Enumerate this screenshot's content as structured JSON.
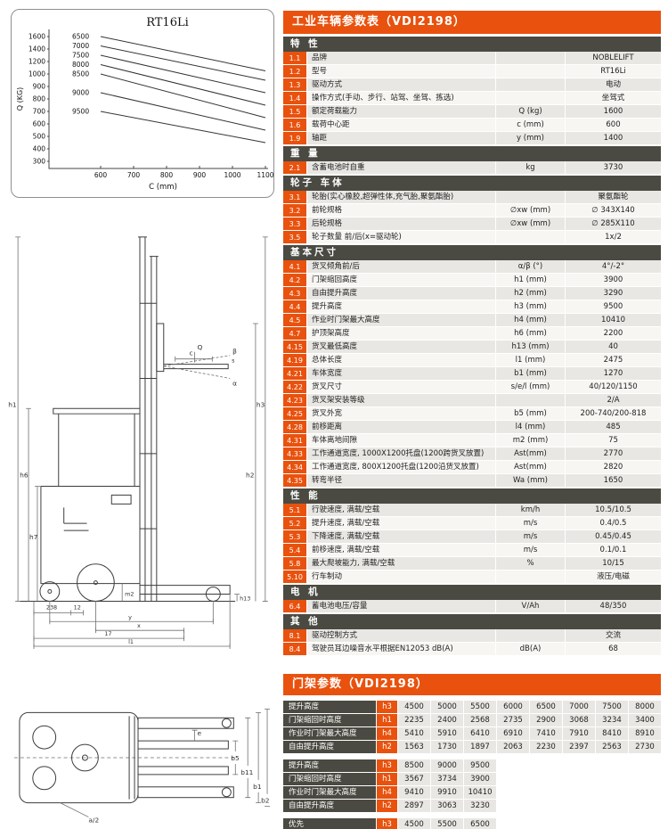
{
  "header": {
    "title": "工业车辆参数表（VDI2198）"
  },
  "chart_data": {
    "type": "line",
    "title": "RT16Li",
    "xlabel": "C (mm)",
    "ylabel": "Q (KG)",
    "x_ticks": [
      600,
      700,
      800,
      900,
      1000,
      1100
    ],
    "y_ticks": [
      1600,
      1400,
      1200,
      1000,
      900,
      800,
      700,
      600,
      500,
      400,
      300
    ],
    "legend_position": "left-inside",
    "grid": false,
    "series": [
      {
        "name": "6500",
        "x": [
          600,
          1100
        ],
        "q": [
          1600,
          1050
        ]
      },
      {
        "name": "7000",
        "x": [
          600,
          1100
        ],
        "q": [
          1450,
          950
        ]
      },
      {
        "name": "7500",
        "x": [
          600,
          1100
        ],
        "q": [
          1300,
          850
        ]
      },
      {
        "name": "8000",
        "x": [
          600,
          1100
        ],
        "q": [
          1150,
          750
        ]
      },
      {
        "name": "8500",
        "x": [
          600,
          1100
        ],
        "q": [
          1000,
          650
        ]
      },
      {
        "name": "9000",
        "x": [
          600,
          1100
        ],
        "q": [
          850,
          550
        ]
      },
      {
        "name": "9500",
        "x": [
          600,
          1100
        ],
        "q": [
          700,
          450
        ]
      }
    ]
  },
  "spec_table": {
    "sections": [
      {
        "id": "features",
        "title": "特 性",
        "rows": [
          {
            "no": "1.1",
            "desc": "品牌",
            "unit": "",
            "value": "NOBLELIFT"
          },
          {
            "no": "1.2",
            "desc": "型号",
            "unit": "",
            "value": "RT16Li"
          },
          {
            "no": "1.3",
            "desc": "驱动方式",
            "unit": "",
            "value": "电动"
          },
          {
            "no": "1.4",
            "desc": "操作方式(手动、步行、站驾、坐驾、拣选)",
            "unit": "",
            "value": "坐驾式"
          },
          {
            "no": "1.5",
            "desc": "额定荷载能力",
            "unit": "Q (kg)",
            "value": "1600"
          },
          {
            "no": "1.6",
            "desc": "载荷中心距",
            "unit": "c (mm)",
            "value": "600"
          },
          {
            "no": "1.9",
            "desc": "轴距",
            "unit": "y (mm)",
            "value": "1400"
          }
        ]
      },
      {
        "id": "weight",
        "title": "重 量",
        "rows": [
          {
            "no": "2.1",
            "desc": "含蓄电池时自重",
            "unit": "kg",
            "value": "3730"
          }
        ]
      },
      {
        "id": "wheels-body",
        "title": "轮子  车体",
        "rows": [
          {
            "no": "3.1",
            "desc": "轮胎(实心橡胶,超弹性体,充气胎,聚氨酯胎)",
            "unit": "",
            "value": "聚氨酯轮"
          },
          {
            "no": "3.2",
            "desc": "前轮规格",
            "unit": "∅xw (mm)",
            "value": "∅ 343X140"
          },
          {
            "no": "3.3",
            "desc": "后轮规格",
            "unit": "∅xw (mm)",
            "value": "∅ 285X110"
          },
          {
            "no": "3.5",
            "desc": "轮子数量 前/后(x=驱动轮)",
            "unit": "",
            "value": "1x/2"
          }
        ]
      },
      {
        "id": "dimensions",
        "title": "基本尺寸",
        "rows": [
          {
            "no": "4.1",
            "desc": "货叉倾角前/后",
            "unit": "α/β (°)",
            "value": "4°/-2°"
          },
          {
            "no": "4.2",
            "desc": "门架缩回高度",
            "unit": "h1 (mm)",
            "value": "3900"
          },
          {
            "no": "4.3",
            "desc": "自由提升高度",
            "unit": "h2 (mm)",
            "value": "3290"
          },
          {
            "no": "4.4",
            "desc": "提升高度",
            "unit": "h3 (mm)",
            "value": "9500"
          },
          {
            "no": "4.5",
            "desc": "作业时门架最大高度",
            "unit": "h4 (mm)",
            "value": "10410"
          },
          {
            "no": "4.7",
            "desc": "护顶架高度",
            "unit": "h6 (mm)",
            "value": "2200"
          },
          {
            "no": "4.15",
            "desc": "货叉最低高度",
            "unit": "h13 (mm)",
            "value": "40"
          },
          {
            "no": "4.19",
            "desc": "总体长度",
            "unit": "l1 (mm)",
            "value": "2475"
          },
          {
            "no": "4.21",
            "desc": "车体宽度",
            "unit": "b1 (mm)",
            "value": "1270"
          },
          {
            "no": "4.22",
            "desc": "货叉尺寸",
            "unit": "s/e/l (mm)",
            "value": "40/120/1150"
          },
          {
            "no": "4.23",
            "desc": "货叉架安装等级",
            "unit": "",
            "value": "2/A"
          },
          {
            "no": "4.25",
            "desc": "货叉外宽",
            "unit": "b5 (mm)",
            "value": "200-740/200-818"
          },
          {
            "no": "4.28",
            "desc": "前移距离",
            "unit": "l4 (mm)",
            "value": "485"
          },
          {
            "no": "4.31",
            "desc": "车体离地间隙",
            "unit": "m2 (mm)",
            "value": "75"
          },
          {
            "no": "4.33",
            "desc": "工作通道宽度, 1000X1200托盘(1200跨货叉放置)",
            "unit": "Ast(mm)",
            "value": "2770"
          },
          {
            "no": "4.34",
            "desc": "工作通道宽度, 800X1200托盘(1200沿货叉放置)",
            "unit": "Ast(mm)",
            "value": "2820"
          },
          {
            "no": "4.35",
            "desc": "转弯半径",
            "unit": "Wa (mm)",
            "value": "1650"
          }
        ]
      },
      {
        "id": "performance",
        "title": "性 能",
        "rows": [
          {
            "no": "5.1",
            "desc": "行驶速度, 满载/空载",
            "unit": "km/h",
            "value": "10.5/10.5"
          },
          {
            "no": "5.2",
            "desc": "提升速度, 满载/空载",
            "unit": "m/s",
            "value": "0.4/0.5"
          },
          {
            "no": "5.3",
            "desc": "下降速度, 满载/空载",
            "unit": "m/s",
            "value": "0.45/0.45"
          },
          {
            "no": "5.4",
            "desc": "前移速度, 满载/空载",
            "unit": "m/s",
            "value": "0.1/0.1"
          },
          {
            "no": "5.8",
            "desc": "最大爬坡能力, 满载/空载",
            "unit": "%",
            "value": "10/15"
          },
          {
            "no": "5.10",
            "desc": "行车制动",
            "unit": "",
            "value": "液压/电磁"
          }
        ]
      },
      {
        "id": "motor",
        "title": "电 机",
        "rows": [
          {
            "no": "6.4",
            "desc": "蓄电池电压/容量",
            "unit": "V/Ah",
            "value": "48/350"
          }
        ]
      },
      {
        "id": "other",
        "title": "其 他",
        "rows": [
          {
            "no": "8.1",
            "desc": "驱动控制方式",
            "unit": "",
            "value": "交流"
          },
          {
            "no": "8.4",
            "desc": "驾驶员耳边噪音水平根据EN12053 dB(A)",
            "unit": "dB(A)",
            "value": "68"
          }
        ]
      }
    ]
  },
  "mast": {
    "title": "门架参数（VDI2198）",
    "tables": [
      {
        "rows": [
          {
            "label": "提升高度",
            "code": "h3",
            "values": [
              4500,
              5000,
              5500,
              6000,
              6500,
              7000,
              7500,
              8000
            ]
          },
          {
            "label": "门架缩回时高度",
            "code": "h1",
            "values": [
              2235,
              2400,
              2568,
              2735,
              2900,
              3068,
              3234,
              3400
            ]
          },
          {
            "label": "作业时门架最大高度",
            "code": "h4",
            "values": [
              5410,
              5910,
              6410,
              6910,
              7410,
              7910,
              8410,
              8910
            ]
          },
          {
            "label": "自由提升高度",
            "code": "h2",
            "values": [
              1563,
              1730,
              1897,
              2063,
              2230,
              2397,
              2563,
              2730
            ]
          }
        ]
      },
      {
        "rows": [
          {
            "label": "提升高度",
            "code": "h3",
            "values": [
              8500,
              9000,
              9500
            ]
          },
          {
            "label": "门架缩回时高度",
            "code": "h1",
            "values": [
              3567,
              3734,
              3900
            ]
          },
          {
            "label": "作业时门架最大高度",
            "code": "h4",
            "values": [
              9410,
              9910,
              10410
            ]
          },
          {
            "label": "自由提升高度",
            "code": "h2",
            "values": [
              2897,
              3063,
              3230
            ]
          }
        ]
      },
      {
        "rows": [
          {
            "label": "优先",
            "code": "h3",
            "values": [
              4500,
              5500,
              6500
            ]
          }
        ]
      }
    ]
  },
  "drawings": {
    "side": {
      "labels": {
        "alpha": "α",
        "beta": "β",
        "h1": "h1",
        "h2": "h2",
        "h3": "h3",
        "h6": "h6",
        "h7": "h7",
        "h13": "h13",
        "m2": "m2",
        "c": "c",
        "Q": "Q",
        "s": "s",
        "d238": "238",
        "d12": "12",
        "y": "y",
        "x": "x",
        "d17": "17",
        "l1": "l1"
      }
    },
    "top": {
      "labels": {
        "b5": "b5",
        "b11": "b11",
        "b1": "b1",
        "b2": "b2",
        "a2": "a/2",
        "e": "e"
      }
    }
  }
}
